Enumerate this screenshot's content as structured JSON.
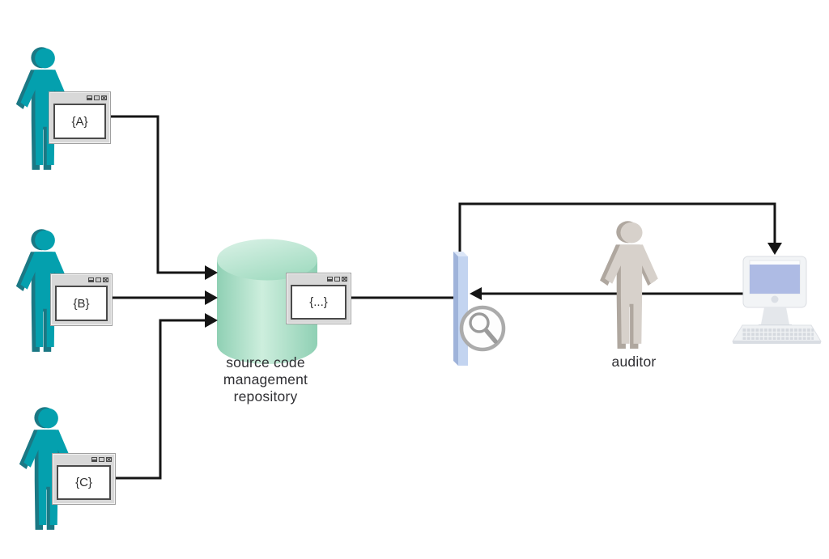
{
  "windows": {
    "dev_a": {
      "label": "{A}"
    },
    "dev_b": {
      "label": "{B}"
    },
    "dev_c": {
      "label": "{C}"
    },
    "repo": {
      "label": "{...}"
    }
  },
  "labels": {
    "repository": [
      "source code",
      "management",
      "repository"
    ],
    "auditor": "auditor"
  },
  "icons": {
    "window_buttons": [
      "minimize",
      "maximize",
      "close"
    ],
    "inspection": "magnifying-glass"
  },
  "colors": {
    "teal": "#04A0AE",
    "teal-shadow": "#1B7884",
    "gray-person": "#D7D1CB",
    "gray-person-shadow": "#AFA79F",
    "mint-edge": "#8FD0B4",
    "mint-mid": "#CDEEDD",
    "mint-top": "#DBF2E7",
    "mint-top-edge": "#A3DCC2",
    "bar-front": "#C3D4F0",
    "bar-side": "#9FB3DA",
    "bar-top": "#DCE6F7",
    "screen": "#AEBBE4",
    "line": "#151515",
    "label": "#2F2F33"
  }
}
